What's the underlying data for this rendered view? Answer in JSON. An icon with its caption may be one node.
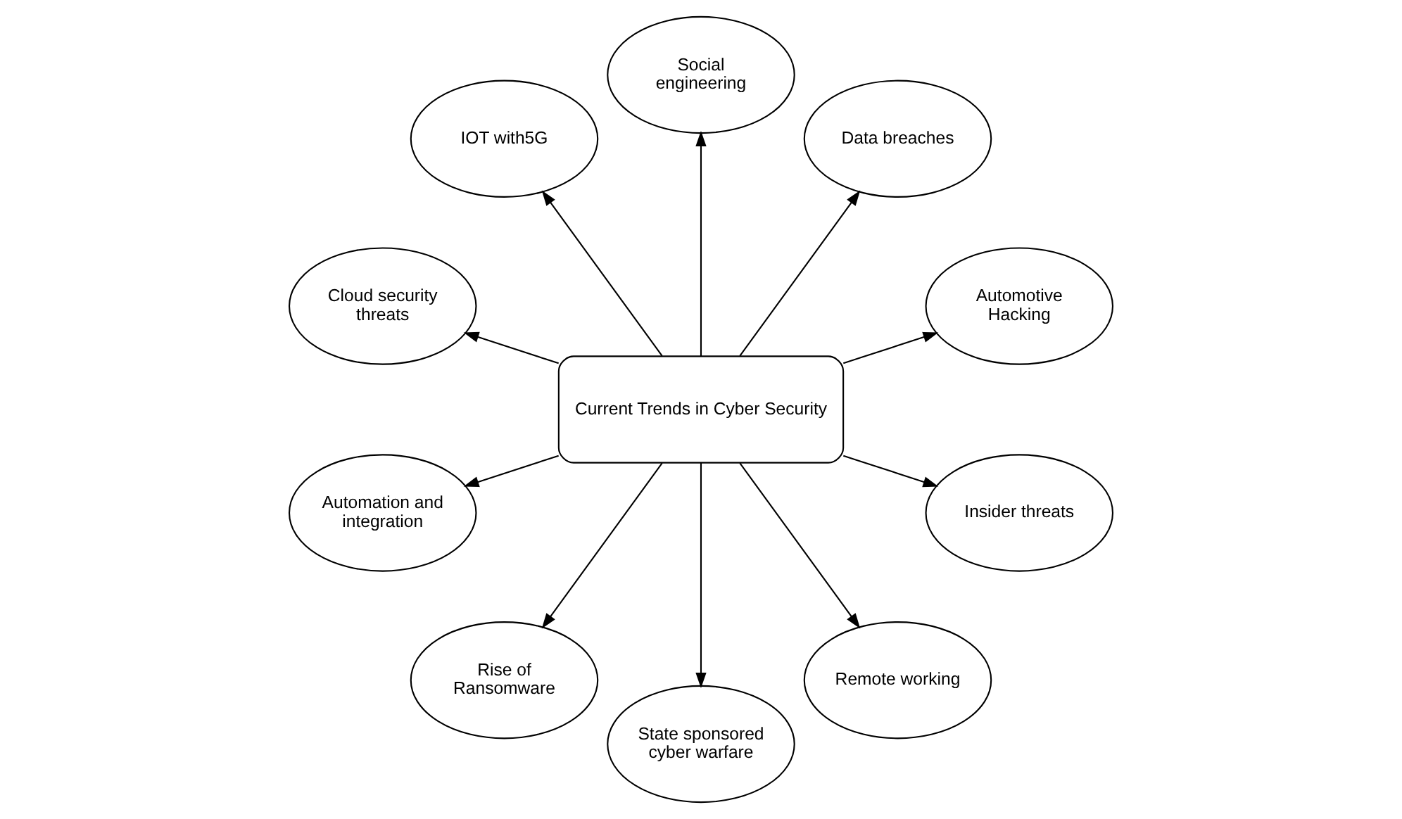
{
  "diagram": {
    "nodes": [
      {
        "text": [
          "Current Trends in Cyber Security"
        ]
      },
      {
        "text": [
          "Automotive Hacking"
        ]
      },
      {
        "text": [
          "Data breaches"
        ]
      },
      {
        "text": [
          "Social engineering"
        ]
      },
      {
        "text": [
          "IOT with5G"
        ]
      },
      {
        "text": [
          "Cloud security threats"
        ]
      },
      {
        "text": [
          "Automation and integration"
        ]
      },
      {
        "text": [
          "Rise of  Ransomware"
        ]
      },
      {
        "text": [
          "State sponsored cyber warfare"
        ]
      },
      {
        "text": [
          "Remote working"
        ]
      },
      {
        "text": [
          "Insider threats"
        ]
      }
    ],
    "edges": [
      {
        "from": 0,
        "to": 1,
        "arrow": "to"
      },
      {
        "from": 0,
        "to": 2,
        "arrow": "to"
      },
      {
        "from": 0,
        "to": 3,
        "arrow": "to"
      },
      {
        "from": 0,
        "to": 4,
        "arrow": "to"
      },
      {
        "from": 0,
        "to": 5,
        "arrow": "to"
      },
      {
        "from": 0,
        "to": 6,
        "arrow": "to"
      },
      {
        "from": 0,
        "to": 7,
        "arrow": "to"
      },
      {
        "from": 0,
        "to": 8,
        "arrow": "to"
      },
      {
        "from": 0,
        "to": 9,
        "arrow": "to"
      },
      {
        "from": 0,
        "to": 10,
        "arrow": "to"
      }
    ]
  }
}
